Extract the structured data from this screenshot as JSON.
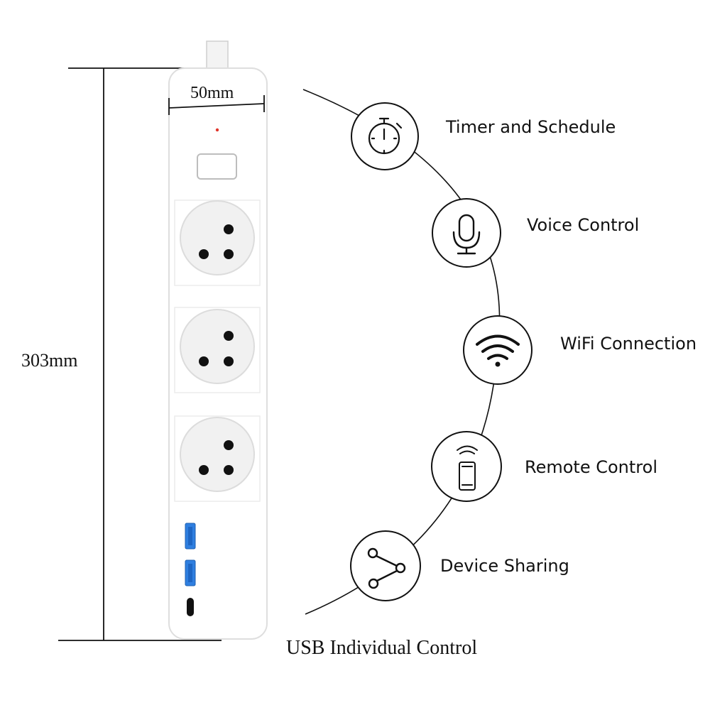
{
  "dimensions": {
    "width_label": "50mm",
    "height_label": "303mm"
  },
  "power_strip": {
    "outlet_count": 3,
    "usb_a_ports": 2,
    "usb_c_ports": 1,
    "usb_port_color": "#2f7fe0",
    "indicator_color": "#e0352b"
  },
  "features": [
    {
      "label": "Timer and Schedule",
      "icon": "stopwatch-icon"
    },
    {
      "label": "Voice Control",
      "icon": "microphone-icon"
    },
    {
      "label": "WiFi Connection",
      "icon": "wifi-icon"
    },
    {
      "label": "Remote Control",
      "icon": "smartphone-signal-icon"
    },
    {
      "label": "Device Sharing",
      "icon": "share-icon"
    }
  ],
  "caption": "USB Individual Control"
}
